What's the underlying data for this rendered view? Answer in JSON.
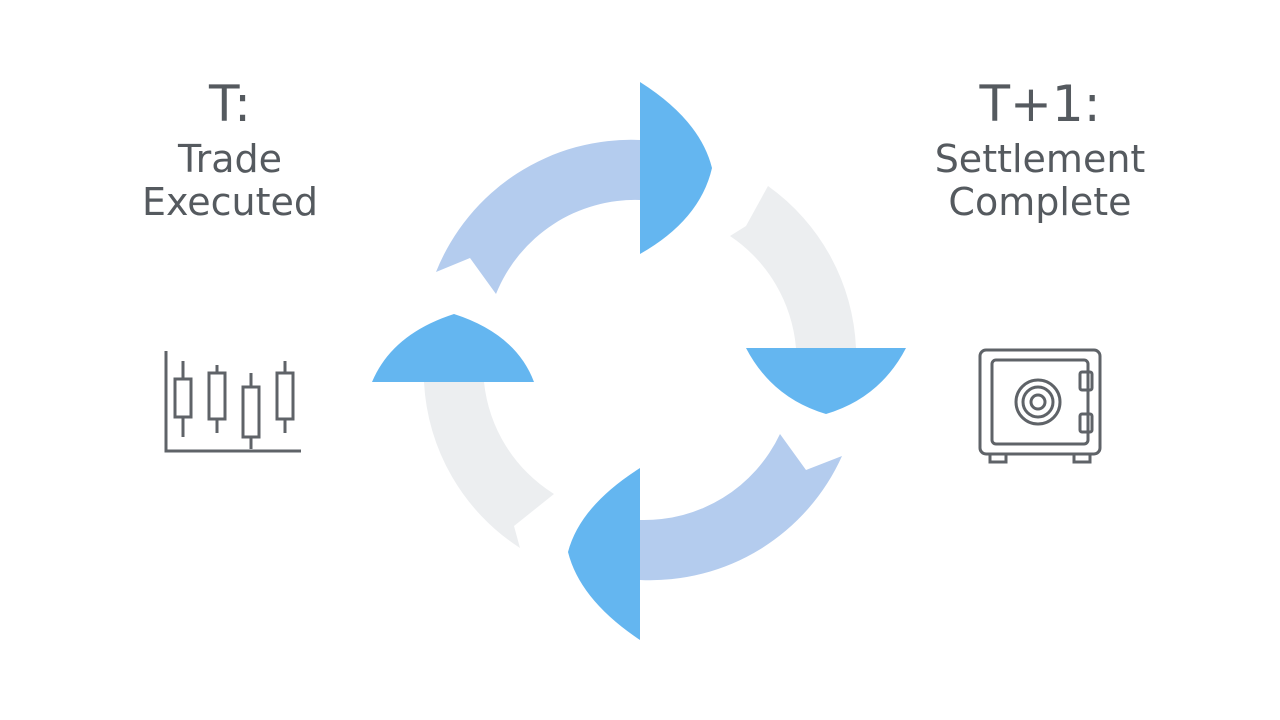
{
  "left_stage": {
    "heading": "T:",
    "line1": "Trade",
    "line2": "Executed",
    "icon": "candlestick-chart-icon"
  },
  "right_stage": {
    "heading": "T+1:",
    "line1": "Settlement",
    "line2": "Complete",
    "icon": "safe-vault-icon"
  },
  "colors": {
    "text": "#555a5f",
    "arrow_blue_light": "#b4ccee",
    "arrow_gray": "#eceef0",
    "arrow_head_blue": "#64b6f0",
    "icon_stroke": "#5f6368"
  }
}
